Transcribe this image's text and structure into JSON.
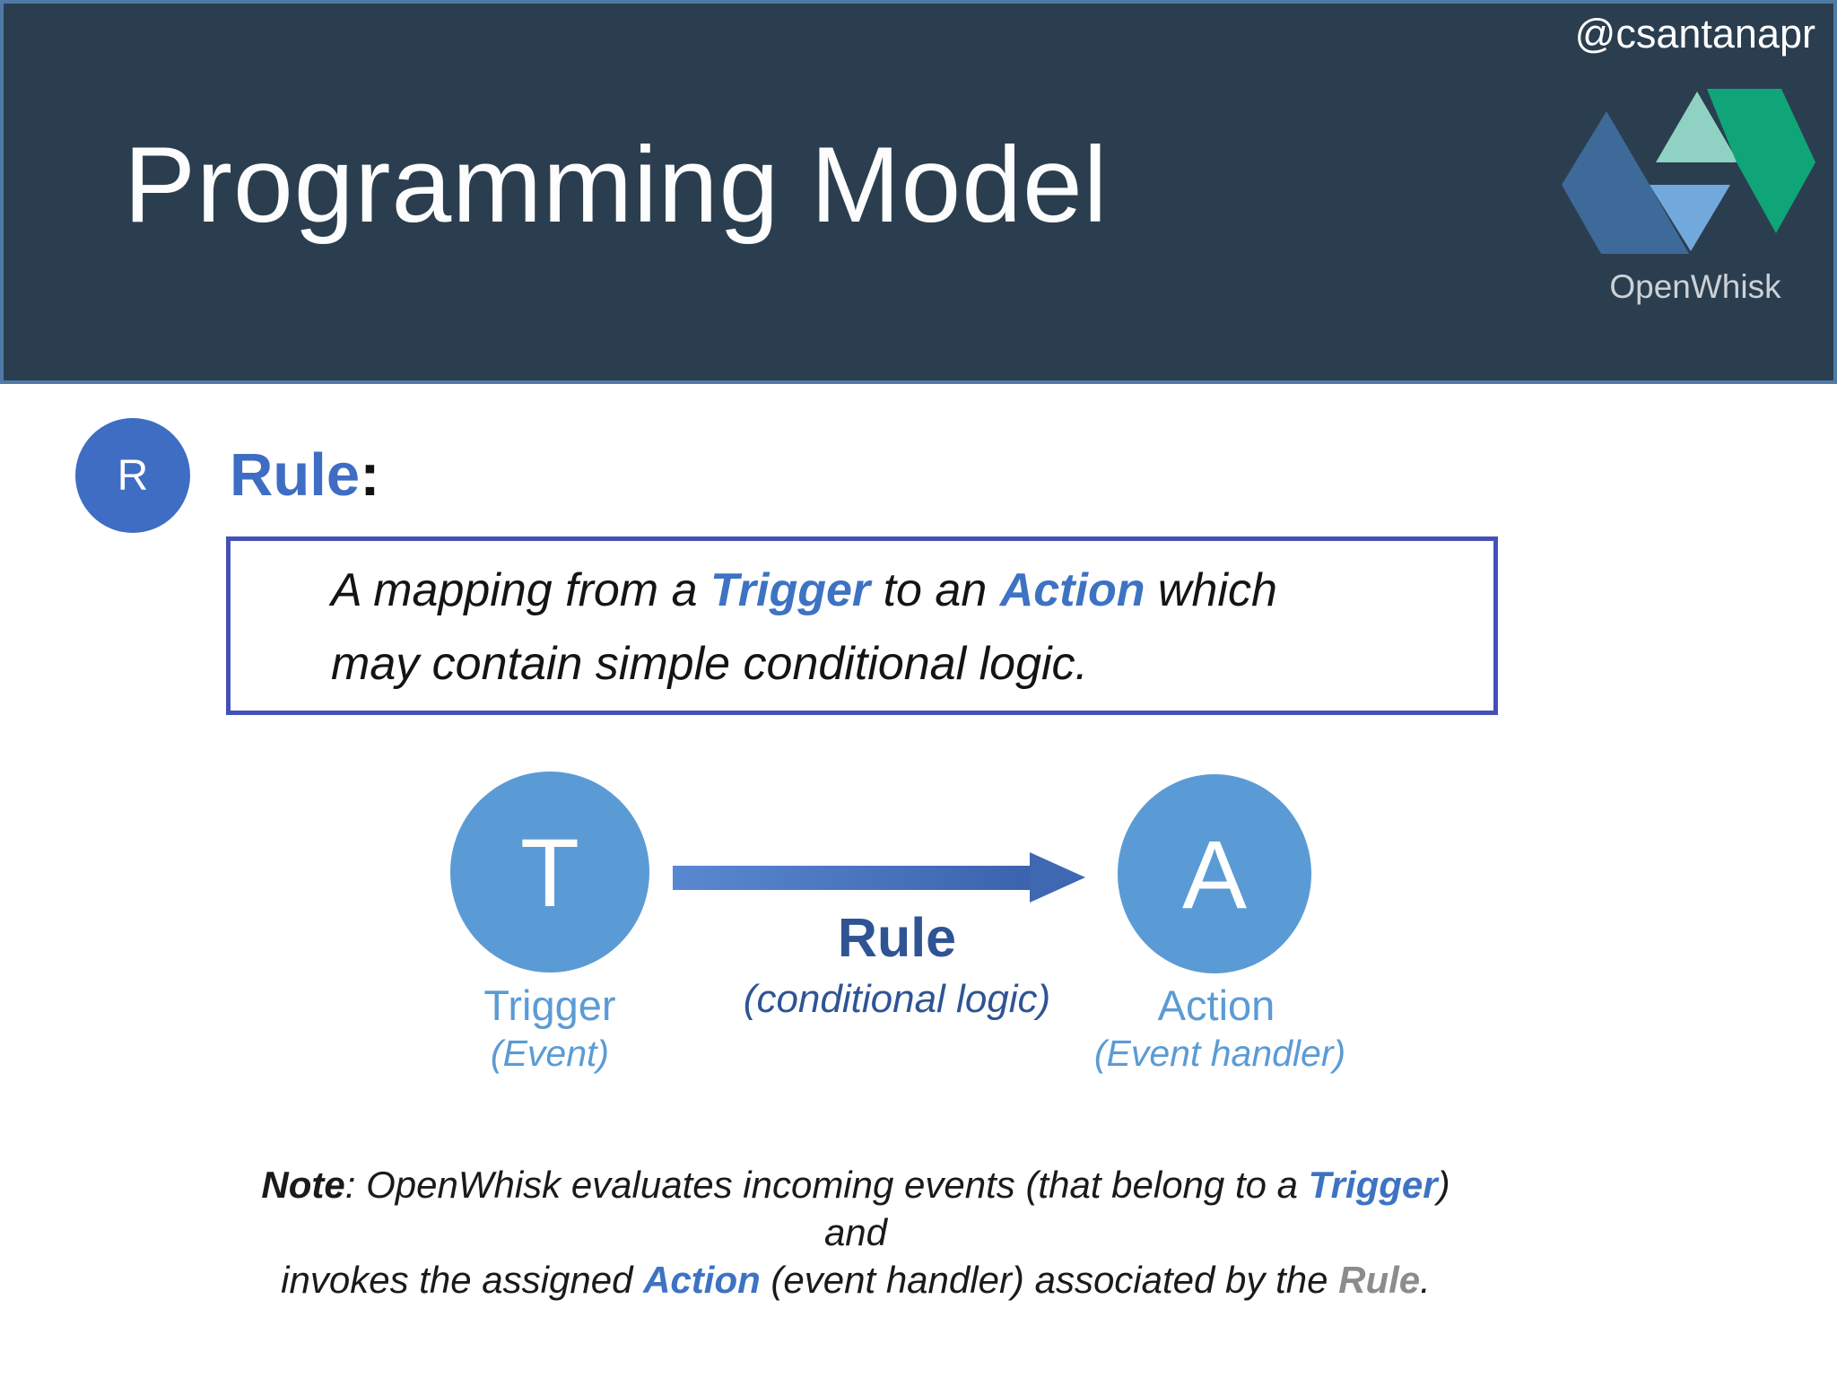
{
  "slide": {
    "title": "Programming Model",
    "handle": "@csantanapr"
  },
  "logo": {
    "label": "OpenWhisk"
  },
  "rule_section": {
    "badge_letter": "R",
    "heading": "Rule",
    "colon": ":",
    "definition_lines": [
      [
        {
          "text": "A mapping from a ",
          "style": "plain"
        },
        {
          "text": "Trigger",
          "style": "accent"
        },
        {
          "text": " to an ",
          "style": "plain"
        },
        {
          "text": "Action",
          "style": "accent"
        },
        {
          "text": " which",
          "style": "plain"
        }
      ],
      [
        {
          "text": "may contain simple conditional logic.",
          "style": "plain"
        }
      ]
    ]
  },
  "diagram": {
    "trigger": {
      "letter": "T",
      "label": "Trigger",
      "sublabel": "(Event)"
    },
    "rule": {
      "label": "Rule",
      "sublabel": "(conditional logic)"
    },
    "action": {
      "letter": "A",
      "label": "Action",
      "sublabel": "(Event handler)"
    }
  },
  "note": {
    "lines": [
      [
        {
          "text": "Note",
          "style": "bold"
        },
        {
          "text": ": OpenWhisk evaluates incoming events (that belong to a ",
          "style": "plain"
        },
        {
          "text": "Trigger",
          "style": "accent"
        },
        {
          "text": ") and",
          "style": "plain"
        }
      ],
      [
        {
          "text": "invokes the assigned ",
          "style": "plain"
        },
        {
          "text": "Action",
          "style": "accent"
        },
        {
          "text": " (event handler) associated by the ",
          "style": "plain"
        },
        {
          "text": "Rule",
          "style": "gray"
        },
        {
          "text": ".",
          "style": "plain"
        }
      ]
    ]
  },
  "colors": {
    "header_bg": "#2b3e4f",
    "header_border": "#507aa6",
    "badge_blue": "#3e6dc3",
    "accent_blue": "#3d73c2",
    "circle_blue": "#5b9bd5",
    "arrow_blue": "#4674c2",
    "dark_label_blue": "#2e5494",
    "definition_box_border": "#4450ba",
    "note_gray": "#8c8c8c",
    "logo_dark_blue": "#3d6a99",
    "logo_light_blue": "#72a9dd",
    "logo_light_green": "#8fd2c3",
    "logo_dark_green": "#0fa578"
  }
}
